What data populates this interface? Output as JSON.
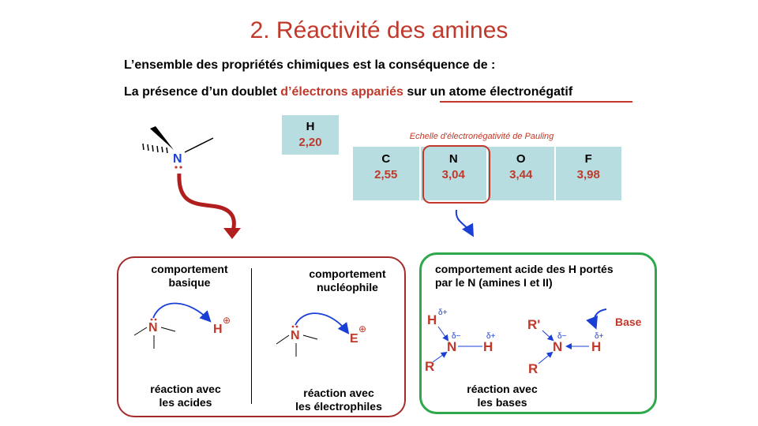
{
  "title": "2. Réactivité des amines",
  "intro": {
    "line1": "L’ensemble des propriétés chimiques est la conséquence de :",
    "line2_a": "La présence d’un doublet ",
    "line2_b": "d’électrons appariés",
    "line2_c": " ",
    "line2_d": "sur un atome électronégatif"
  },
  "h_box": {
    "symbol": "H",
    "value": "2,20"
  },
  "scale": {
    "title": "Echelle d'électronégativité de Pauling",
    "cells": [
      {
        "symbol": "C",
        "value": "2,55"
      },
      {
        "symbol": "N",
        "value": "3,04"
      },
      {
        "symbol": "O",
        "value": "3,44"
      },
      {
        "symbol": "F",
        "value": "3,98"
      }
    ]
  },
  "amine": {
    "n": "N"
  },
  "left_panel": {
    "basic": {
      "label_1": "comportement",
      "label_2": "basique",
      "n": "N",
      "h": "H",
      "charge": "⊕",
      "bottom_1": "réaction avec",
      "bottom_2": "les acides"
    },
    "nucleo": {
      "label_1": "comportement",
      "label_2": "nucléophile",
      "n": "N",
      "e": "E",
      "charge": "⊕",
      "bottom_1": "réaction avec",
      "bottom_2": "les électrophiles"
    }
  },
  "right_panel": {
    "label_1": "comportement acide des H portés",
    "label_2": "par le N (amines I et II)",
    "mol1": {
      "h_top": "H",
      "r": "R",
      "n": "N",
      "h": "H",
      "delta_plus": "δ+",
      "delta_minus": "δ−"
    },
    "mol2": {
      "r_top": "R'",
      "r": "R",
      "n": "N",
      "h": "H",
      "delta_plus": "δ+",
      "delta_minus": "δ−"
    },
    "base": "Base",
    "bottom_1": "réaction avec",
    "bottom_2": "les bases"
  },
  "colors": {
    "accent_red": "#c0392b",
    "box_fill": "#b7dde1",
    "blue": "#1a3fd6",
    "green": "#2ea84a"
  }
}
